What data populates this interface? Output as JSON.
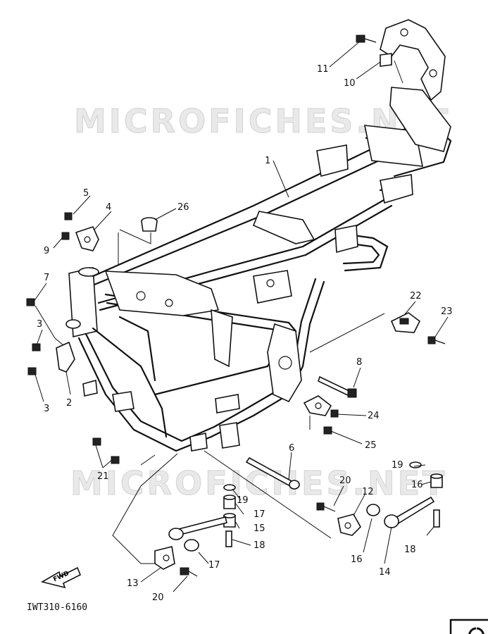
{
  "watermarks": [
    "MICROFICHES.NET",
    "MICROFICHES.NET"
  ],
  "diagram_code": "IWT310-6160",
  "fwd_label": "FWD",
  "callouts": [
    {
      "id": "c1",
      "label": "1"
    },
    {
      "id": "c2",
      "label": "2"
    },
    {
      "id": "c3a",
      "label": "3"
    },
    {
      "id": "c3b",
      "label": "3"
    },
    {
      "id": "c4",
      "label": "4"
    },
    {
      "id": "c5",
      "label": "5"
    },
    {
      "id": "c6",
      "label": "6"
    },
    {
      "id": "c7",
      "label": "7"
    },
    {
      "id": "c8",
      "label": "8"
    },
    {
      "id": "c9",
      "label": "9"
    },
    {
      "id": "c10",
      "label": "10"
    },
    {
      "id": "c11",
      "label": "11"
    },
    {
      "id": "c12",
      "label": "12"
    },
    {
      "id": "c13",
      "label": "13"
    },
    {
      "id": "c14",
      "label": "14"
    },
    {
      "id": "c15",
      "label": "15"
    },
    {
      "id": "c16a",
      "label": "16"
    },
    {
      "id": "c16b",
      "label": "16"
    },
    {
      "id": "c17a",
      "label": "17"
    },
    {
      "id": "c17b",
      "label": "17"
    },
    {
      "id": "c18a",
      "label": "18"
    },
    {
      "id": "c18b",
      "label": "18"
    },
    {
      "id": "c19a",
      "label": "19"
    },
    {
      "id": "c19b",
      "label": "19"
    },
    {
      "id": "c20a",
      "label": "20"
    },
    {
      "id": "c20b",
      "label": "20"
    },
    {
      "id": "c21",
      "label": "21"
    },
    {
      "id": "c22",
      "label": "22"
    },
    {
      "id": "c23",
      "label": "23"
    },
    {
      "id": "c24",
      "label": "24"
    },
    {
      "id": "c25",
      "label": "25"
    },
    {
      "id": "c26",
      "label": "26"
    }
  ]
}
